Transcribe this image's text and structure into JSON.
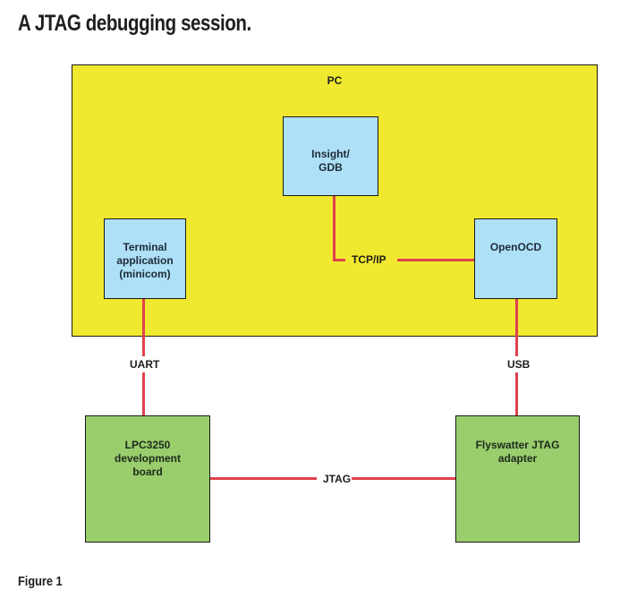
{
  "title": "A JTAG debugging session.",
  "caption": "Figure 1",
  "colors": {
    "pc_background": "#f1e92f",
    "software_box": "#aee0f7",
    "hardware_box": "#9acd6c",
    "connection_line": "#e0414c"
  },
  "pc": {
    "label": "PC"
  },
  "nodes": {
    "insight": {
      "line1": "Insight/",
      "line2": "GDB"
    },
    "terminal": {
      "line1": "Terminal",
      "line2": "application",
      "line3": "(minicom)"
    },
    "openocd": {
      "line1": "OpenOCD"
    },
    "lpc": {
      "line1": "LPC3250",
      "line2": "development",
      "line3": "board"
    },
    "flyswatter": {
      "line1": "Flyswatter JTAG",
      "line2": "adapter"
    }
  },
  "connections": {
    "tcpip": "TCP/IP",
    "uart": "UART",
    "usb": "USB",
    "jtag": "JTAG"
  }
}
